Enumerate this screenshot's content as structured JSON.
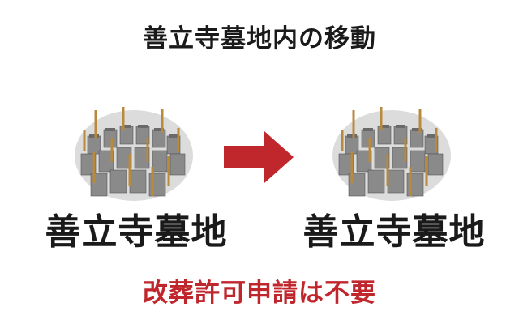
{
  "title": "善立寺墓地内の移動",
  "from_label": "善立寺墓地",
  "to_label": "善立寺墓地",
  "note": "改葬許可申請は不要",
  "colors": {
    "title": "#1a1a1a",
    "note": "#c0272d",
    "arrow": "#c0272d",
    "ground": "#dcdcdc",
    "stone": "#8a8a8a",
    "stone_dark": "#5f5f5f",
    "stick": "#b88a3c"
  },
  "icons": {
    "left": "cemetery-illustration",
    "arrow": "right-arrow-icon",
    "right": "cemetery-illustration"
  }
}
